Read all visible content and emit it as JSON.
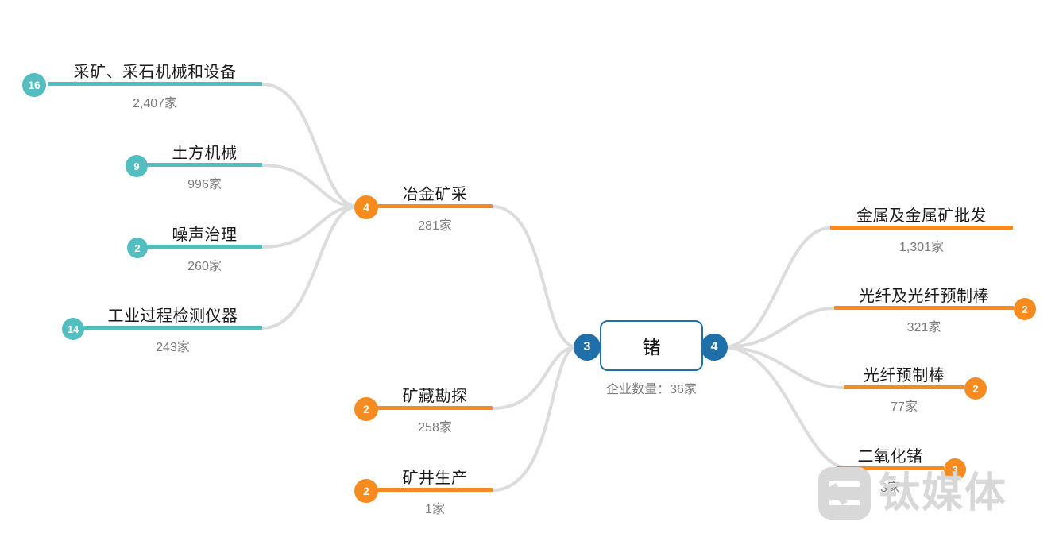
{
  "diagram": {
    "type": "mindmap-tree",
    "center": {
      "label": "锗",
      "subtitle": "企业数量：36家",
      "left_badge": "3",
      "right_badge": "4"
    },
    "colors": {
      "teal": "#54BDC0",
      "orange": "#F68B1F",
      "blue": "#1F6FA8",
      "edge": "#DCDCDC",
      "title_text": "#1a1a1a",
      "count_text": "#7b7b7b"
    },
    "branch_upstream": {
      "hub": {
        "title": "冶金矿采",
        "count": "281家",
        "badge": "4",
        "accent": "orange"
      },
      "children": [
        {
          "title": "采矿、采石机械和设备",
          "count": "2,407家",
          "badge": "16",
          "accent": "teal"
        },
        {
          "title": "土方机械",
          "count": "996家",
          "badge": "9",
          "accent": "teal"
        },
        {
          "title": "噪声治理",
          "count": "260家",
          "badge": "2",
          "accent": "teal"
        },
        {
          "title": "工业过程检测仪器",
          "count": "243家",
          "badge": "14",
          "accent": "teal"
        }
      ]
    },
    "left_direct": [
      {
        "title": "矿藏勘探",
        "count": "258家",
        "badge": "2",
        "accent": "orange"
      },
      {
        "title": "矿井生产",
        "count": "1家",
        "badge": "2",
        "accent": "orange"
      }
    ],
    "right_nodes": [
      {
        "title": "金属及金属矿批发",
        "count": "1,301家",
        "badge": "",
        "accent": "orange"
      },
      {
        "title": "光纤及光纤预制棒",
        "count": "321家",
        "badge": "2",
        "accent": "orange"
      },
      {
        "title": "光纤预制棒",
        "count": "77家",
        "badge": "2",
        "accent": "orange"
      },
      {
        "title": "二氧化锗",
        "count": "3家",
        "badge": "3",
        "accent": "orange"
      }
    ]
  },
  "watermark": {
    "text": "钛媒体"
  }
}
